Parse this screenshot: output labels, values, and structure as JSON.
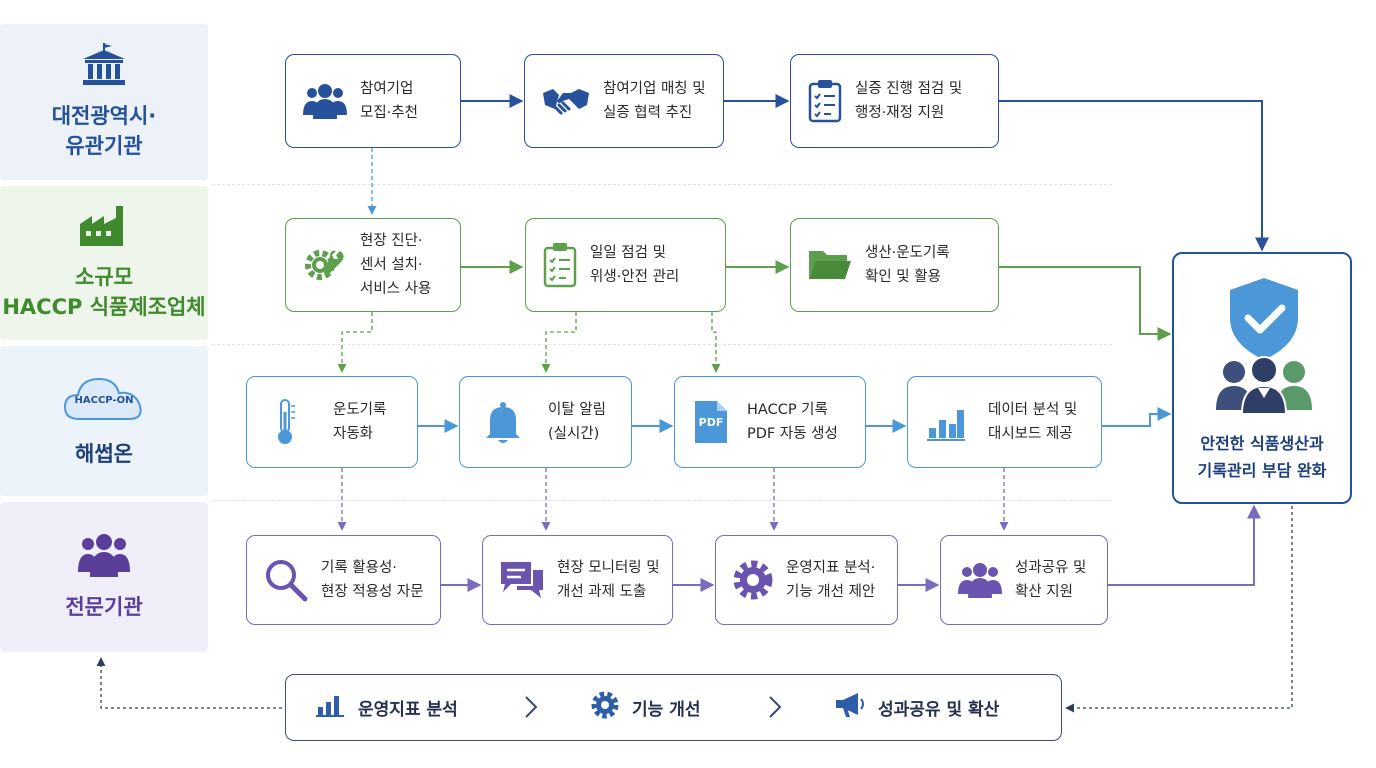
{
  "lanes": [
    {
      "label": "대전광역시·\n유관기관",
      "icon": "government-building-icon",
      "color": "#23519c"
    },
    {
      "label": "소규모\nHACCP 식품제조업체",
      "icon": "factory-icon",
      "color": "#3f8a2c"
    },
    {
      "label": "해썹온",
      "icon": "cloud-icon",
      "badge": "HACCP-ON",
      "color": "#1d3f7a"
    },
    {
      "label": "전문기관",
      "icon": "people-group-icon",
      "color": "#5a3f9a"
    }
  ],
  "boxes": {
    "gov": [
      {
        "text": "참여기업\n모집·추천",
        "icon": "users-icon"
      },
      {
        "text": "참여기업 매칭 및\n실증 협력 추진",
        "icon": "handshake-icon"
      },
      {
        "text": "실증 진행 점검 및\n행정·재정 지원",
        "icon": "clipboard-check-icon"
      }
    ],
    "company": [
      {
        "text": "현장 진단·\n센서 설치·\n서비스 사용",
        "icon": "gear-wrench-icon"
      },
      {
        "text": "일일 점검 및\n위생·안전 관리",
        "icon": "clipboard-list-icon"
      },
      {
        "text": "생산·운도기록\n확인 및 활용",
        "icon": "folder-icon"
      }
    ],
    "haccpon": [
      {
        "text": "운도기록\n자동화",
        "icon": "thermometer-icon"
      },
      {
        "text": "이탈 알림\n(실시간)",
        "icon": "bell-icon"
      },
      {
        "text": "HACCP 기록\nPDF 자동 생성",
        "icon": "pdf-icon",
        "icon_label": "PDF"
      },
      {
        "text": "데이터 분석 및\n대시보드 제공",
        "icon": "bar-chart-icon"
      }
    ],
    "expert": [
      {
        "text": "기록 활용성·\n현장 적용성 자문",
        "icon": "magnifier-icon"
      },
      {
        "text": "현장 모니터링 및\n개선 과제 도출",
        "icon": "chat-bubbles-icon"
      },
      {
        "text": "운영지표 분석·\n기능 개선 제안",
        "icon": "gear-icon"
      },
      {
        "text": "성과공유 및\n확산 지원",
        "icon": "users-icon"
      }
    ]
  },
  "result": {
    "text": "안전한 식품생산과\n기록관리 부담 완화",
    "icon": "shield-check-users-icon"
  },
  "cycle": [
    {
      "text": "운영지표 분석",
      "icon": "bar-chart-icon"
    },
    {
      "text": "기능 개선",
      "icon": "gear-icon"
    },
    {
      "text": "성과공유 및 확산",
      "icon": "megaphone-icon"
    }
  ],
  "colors": {
    "gov": "#27519a",
    "company": "#5d9f4c",
    "haccpon": "#4b97d8",
    "expert": "#7b6bbf"
  }
}
